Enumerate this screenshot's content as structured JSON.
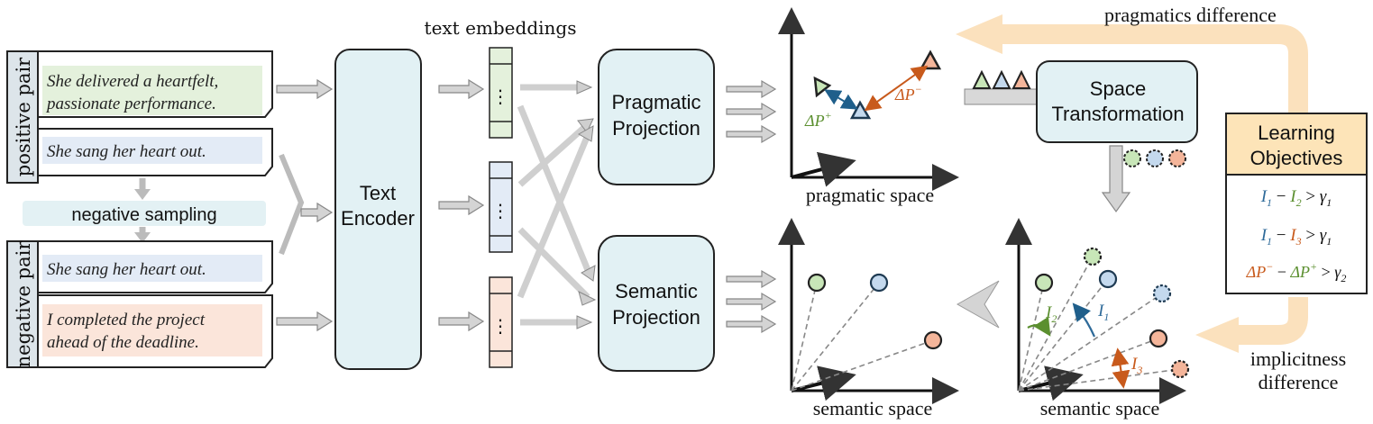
{
  "pairs": {
    "positive_label": "positive pair",
    "negative_label": "negative pair",
    "sentence_1": "She delivered a heartfelt, passionate performance.",
    "sentence_1_line1": "She delivered a heartfelt,",
    "sentence_1_line2": "passionate performance.",
    "sentence_2": "She sang her heart out.",
    "sentence_3": "She sang her heart out.",
    "sentence_4_line1": "I completed the project",
    "sentence_4_line2": "ahead of the deadline.",
    "negative_sampling": "negative sampling"
  },
  "encoder": {
    "line1": "Text",
    "line2": "Encoder"
  },
  "embeddings": {
    "label": "text embeddings",
    "dots": "⋮"
  },
  "projections": {
    "pragmatic_line1": "Pragmatic",
    "pragmatic_line2": "Projection",
    "semantic_line1": "Semantic",
    "semantic_line2": "Projection"
  },
  "spaces": {
    "pragmatic": "pragmatic space",
    "semantic_1": "semantic space",
    "semantic_2": "semantic space"
  },
  "pragmatic_labels": {
    "dp_plus": "ΔP",
    "dp_plus_sup": "+",
    "dp_minus": "ΔP",
    "dp_minus_sup": "−"
  },
  "transform": {
    "line1": "Space",
    "line2": "Transformation"
  },
  "feedback": {
    "top": "pragmatics difference",
    "bottom_line1": "implicitness",
    "bottom_line2": "difference"
  },
  "objectives": {
    "title_line1": "Learning",
    "title_line2": "Objectives",
    "eq1": [
      "I",
      "1",
      " − ",
      "I",
      "2",
      " > ",
      "γ",
      "1"
    ],
    "eq2": [
      "I",
      "1",
      " − ",
      "I",
      "3",
      " > ",
      "γ",
      "1"
    ],
    "eq3": [
      "ΔP",
      "−",
      " − ",
      "ΔP",
      "+",
      " > ",
      "γ",
      "2"
    ]
  },
  "angle_labels": {
    "i1": "I",
    "i1_sub": "1",
    "i2": "I",
    "i2_sub": "2",
    "i3": "I",
    "i3_sub": "3"
  },
  "colors": {
    "green": "#5b8f2f",
    "blue": "#2e6a99",
    "orange": "#c85a1c",
    "green_fill": "#c8e6b8",
    "blue_fill": "#c4d9ee",
    "orange_fill": "#f4b59a",
    "panel_fill": "#e2f1f4",
    "objective_fill": "#fde4b8",
    "feedback_arrow": "#fbe1bd"
  }
}
